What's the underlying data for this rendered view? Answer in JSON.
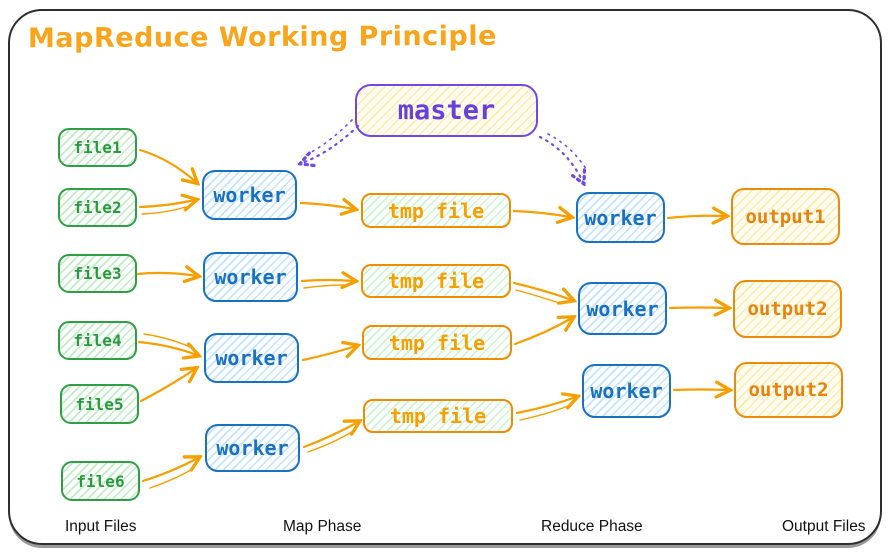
{
  "title": "MapReduce Working Principle",
  "master": {
    "label": "master"
  },
  "input_files": [
    {
      "label": "file1"
    },
    {
      "label": "file2"
    },
    {
      "label": "file3"
    },
    {
      "label": "file4"
    },
    {
      "label": "file5"
    },
    {
      "label": "file6"
    }
  ],
  "map_workers": [
    {
      "label": "worker"
    },
    {
      "label": "worker"
    },
    {
      "label": "worker"
    },
    {
      "label": "worker"
    }
  ],
  "tmp_files": [
    {
      "label": "tmp file"
    },
    {
      "label": "tmp file"
    },
    {
      "label": "tmp file"
    },
    {
      "label": "tmp file"
    }
  ],
  "reduce_workers": [
    {
      "label": "worker"
    },
    {
      "label": "worker"
    },
    {
      "label": "worker"
    }
  ],
  "output_files": [
    {
      "label": "output1"
    },
    {
      "label": "output2"
    },
    {
      "label": "output2"
    }
  ],
  "phase_labels": {
    "input": "Input Files",
    "map": "Map Phase",
    "reduce": "Reduce Phase",
    "output": "Output Files"
  },
  "colors": {
    "title_orange": "#f9a51b",
    "arrow_orange": "#f59f00",
    "green": "#2f9e44",
    "blue": "#1971c2",
    "tmp_orange": "#f08c00",
    "output_orange": "#e8820e",
    "purple": "#7048e8",
    "frame": "#2e2e2e"
  }
}
